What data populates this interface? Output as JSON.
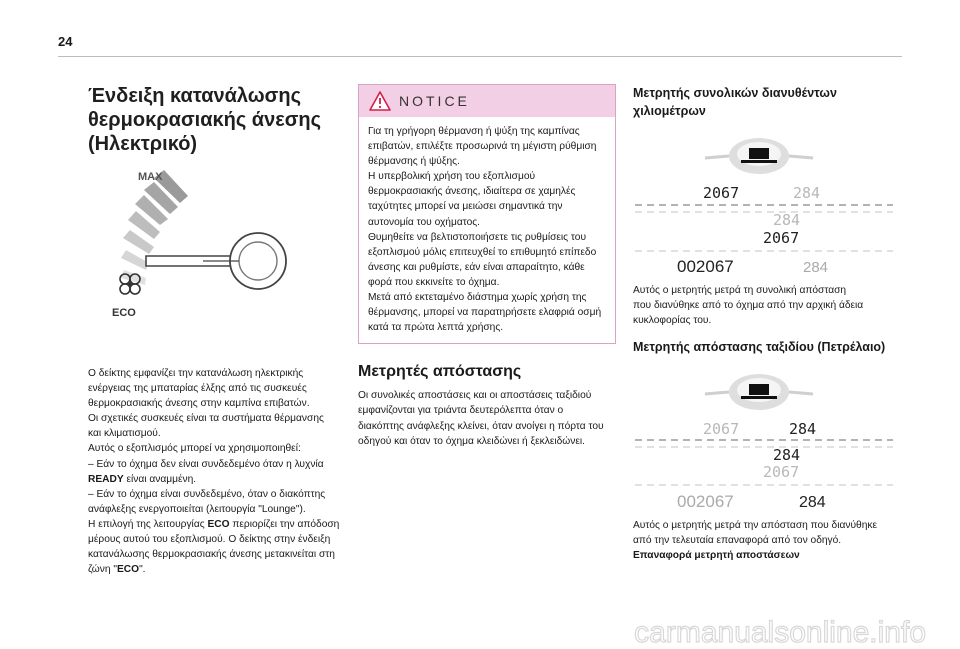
{
  "page_number": "24",
  "left": {
    "title_lines": [
      "Ένδειξη κατανάλωσης",
      "θερμοκρασιακής άνεσης",
      "(Ηλεκτρικό)"
    ],
    "gauge": {
      "max_label": "MAX",
      "eco_label": "ECO",
      "needle_level": 0.5
    },
    "paragraph_lines": [
      "Ο δείκτης εμφανίζει την κατανάλωση ηλεκτρικής",
      "ενέργειας της μπαταρίας έλξης από τις συσκευές",
      "θερμοκρασιακής άνεσης στην καμπίνα επιβατών.",
      "Οι σχετικές συσκευές είναι τα συστήματα θέρμανσης",
      "και κλιματισμού.",
      "Αυτός ο εξοπλισμός μπορεί να χρησιμοποιηθεί:",
      "–  Εάν το όχημα δεν είναι συνδεδεμένο όταν η λυχνία"
    ],
    "ready_word": "READY",
    "ready_rest": " είναι αναμμένη.",
    "paragraph_lines_2": [
      "–  Εάν το όχημα είναι συνδεδεμένο, όταν ο διακόπτης",
      "ανάφλεξης ενεργοποιείται (λειτουργία \"Lounge\")."
    ],
    "eco_line_pre": "Η επιλογή της λειτουργίας ",
    "eco_word": "ECO",
    "eco_line_post": " περιορίζει την απόδοση",
    "paragraph_lines_3": [
      "μέρους αυτού του εξοπλισμού. Ο δείκτης στην ένδειξη",
      "κατανάλωσης θερμοκρασιακής άνεσης μετακινείται στη"
    ],
    "zone_pre": "ζώνη \"",
    "zone_word": "ECO",
    "zone_post": "\"."
  },
  "middle": {
    "notice_label": "NOTICE",
    "notice_lines": [
      "Για τη γρήγορη θέρμανση ή ψύξη της καμπίνας",
      "επιβατών, επιλέξτε προσωρινά τη μέγιστη ρύθμιση",
      "θέρμανσης ή ψύξης.",
      "Η υπερβολική χρήση του εξοπλισμού",
      "θερμοκρασιακής άνεσης, ιδιαίτερα σε χαμηλές",
      "ταχύτητες μπορεί να μειώσει σημαντικά την",
      "αυτονομία του οχήματος.",
      "Θυμηθείτε να βελτιστοποιήσετε τις ρυθμίσεις του",
      "εξοπλισμού μόλις επιτευχθεί το επιθυμητό επίπεδο",
      "άνεσης και ρυθμίστε, εάν είναι απαραίτητο, κάθε",
      "φορά που εκκινείτε το όχημα.",
      "Μετά από εκτεταμένο διάστημα χωρίς χρήση της",
      "θέρμανσης, μπορεί να παρατηρήσετε ελαφριά οσμή",
      "κατά τα πρώτα λεπτά χρήσης."
    ],
    "section_title": "Μετρητές απόστασης",
    "section_lines": [
      "Οι συνολικές αποστάσεις και οι αποστάσεις ταξιδιού",
      "εμφανίζονται για τριάντα δευτερόλεπτα όταν ο",
      "διακόπτης ανάφλεξης κλείνει, όταν ανοίγει η πόρτα του",
      "οδηγού και όταν το όχημα κλειδώνει ή ξεκλειδώνει."
    ]
  },
  "right": {
    "title_lines": [
      "Μετρητής συνολικών διανυθέντων",
      "χιλιομέτρων"
    ],
    "odometer": {
      "total_seg": "2067",
      "trip_seg": "284",
      "total": "002067",
      "trip": "284"
    },
    "caption1_lines": [
      "Αυτός ο μετρητής μετρά τη συνολική απόσταση",
      "που διανύθηκε από το όχημα από την αρχική άδεια",
      "κυκλοφορίας του."
    ],
    "trip_title": "Μετρητής απόστασης ταξιδίου (Πετρέλαιο)",
    "caption2_lines": [
      "Αυτός ο μετρητής μετρά την απόσταση που διανύθηκε",
      "από την τελευταία επαναφορά από τον οδηγό."
    ],
    "reset_heading": "Επαναφορά μετρητή αποστάσεων"
  },
  "watermark": "carmanualsonline.info"
}
